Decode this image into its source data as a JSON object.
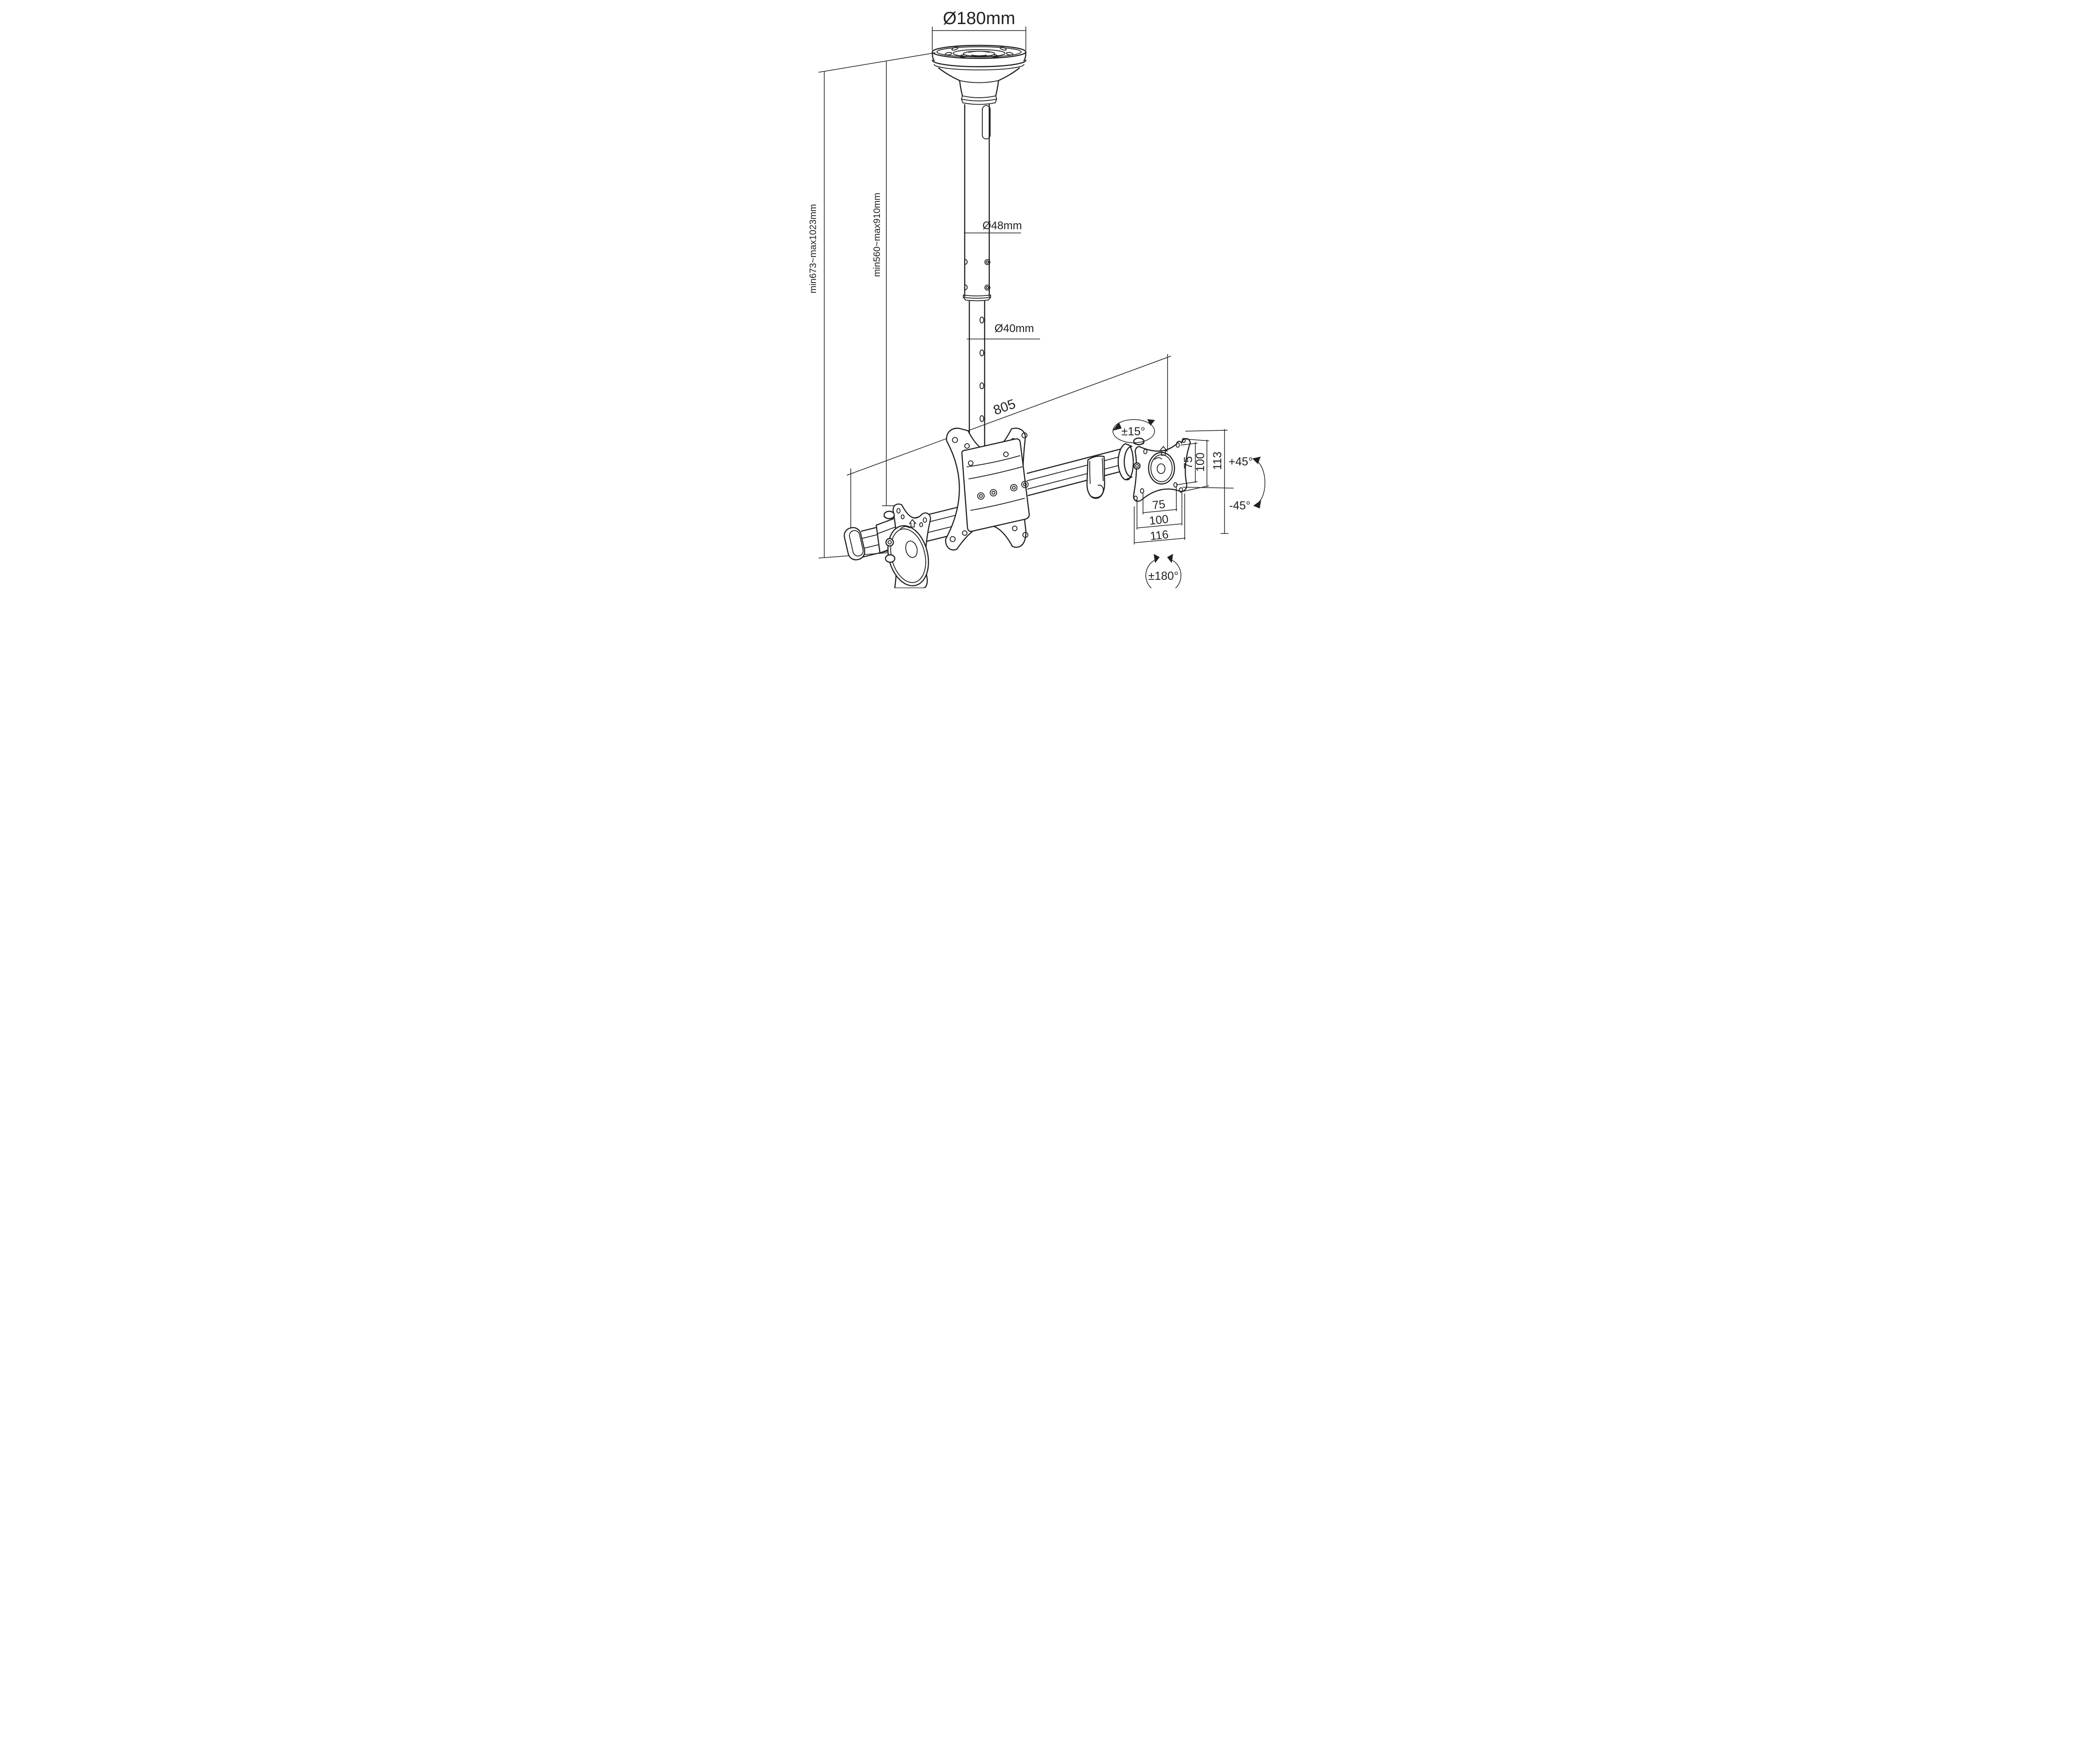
{
  "diagram": {
    "type": "technical-drawing",
    "subject": "telescopic ceiling dual-monitor mount with dimensions",
    "colors": {
      "line": "#231f20",
      "background": "#ffffff"
    },
    "labels": {
      "ceiling_diameter": "Ø180mm",
      "height_total": "min673~max1023mm",
      "height_pole": "min560~max910mm",
      "tube_upper": "Ø48mm",
      "tube_lower": "Ø40mm",
      "bar_length": "805",
      "swivel": "±15°",
      "tilt_up": "+45°",
      "tilt_down": "-45°",
      "vesa_v_75": "75",
      "vesa_v_100": "100",
      "plate_height": "113",
      "vesa_h_75": "75",
      "vesa_h_100": "100",
      "plate_width": "116",
      "rotation": "±180°"
    }
  }
}
